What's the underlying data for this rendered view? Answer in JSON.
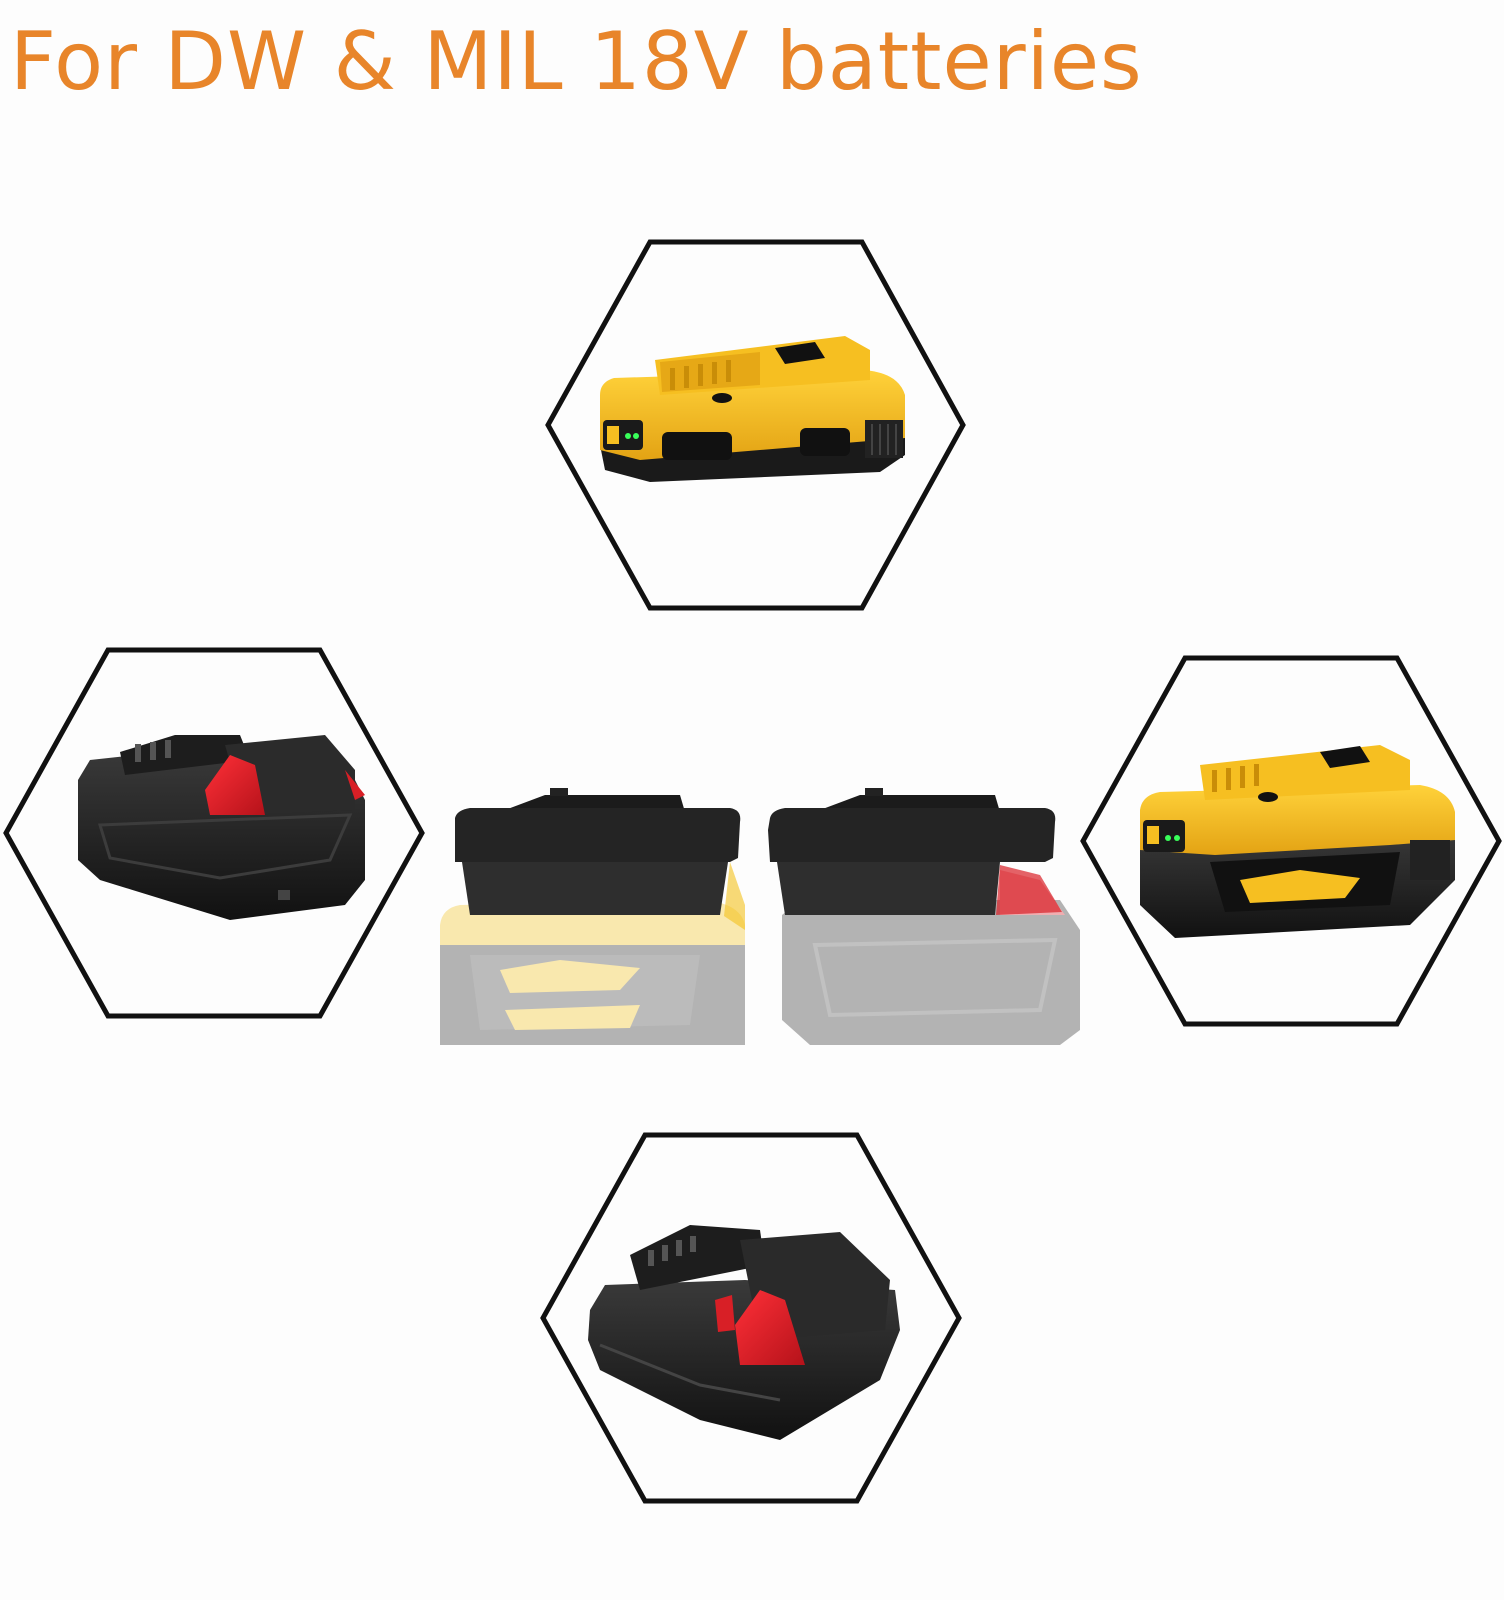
{
  "headline": {
    "text": "For DW & MIL 18V batteries",
    "color": "#e8852a"
  },
  "hexagon_frames": [
    {
      "name": "hexagon-top",
      "content": "dewalt-compact-battery-icon"
    },
    {
      "name": "hexagon-left",
      "content": "milwaukee-xc-battery-icon"
    },
    {
      "name": "hexagon-right",
      "content": "dewalt-xr-battery-icon"
    },
    {
      "name": "hexagon-bottom",
      "content": "milwaukee-compact-battery-icon"
    }
  ],
  "center_items": [
    {
      "name": "adapter-on-dewalt-battery",
      "content": "adapter-icon"
    },
    {
      "name": "adapter-on-milwaukee-battery",
      "content": "adapter-icon"
    }
  ],
  "colors": {
    "dewalt_yellow": "#f2b51e",
    "milwaukee_red": "#d81f26",
    "battery_black": "#1e1e1e",
    "outline": "#111111"
  }
}
